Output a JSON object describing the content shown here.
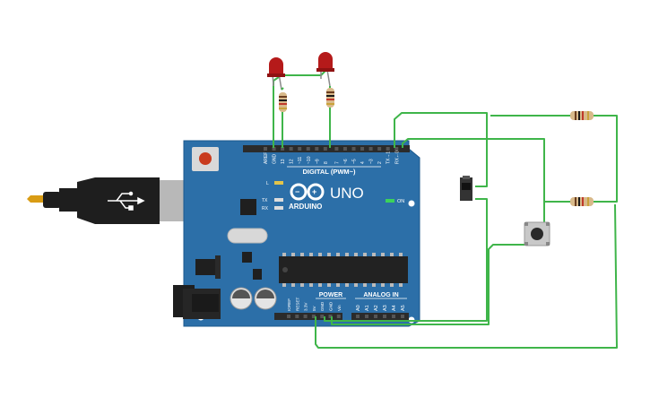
{
  "board": {
    "brand": "ARDUINO",
    "model": "UNO",
    "on_label": "ON",
    "led_l": "L",
    "led_tx": "TX",
    "led_rx": "RX",
    "digital_header": "DIGITAL (PWM~)",
    "power_header": "POWER",
    "analog_header": "ANALOG IN",
    "digital_pins": [
      "AREF",
      "GND",
      "13",
      "12",
      "~11",
      "~10",
      "~9",
      "8",
      "7",
      "~6",
      "~5",
      "4",
      "~3",
      "2",
      "TX→1",
      "RX←0"
    ],
    "power_pins": [
      "IOREF",
      "RESET",
      "3.3V",
      "5V",
      "GND",
      "GND",
      "Vin"
    ],
    "analog_pins": [
      "A0",
      "A1",
      "A2",
      "A3",
      "A4",
      "A5"
    ]
  },
  "colors": {
    "board": "#2c6fa8",
    "board_dark": "#1d5a8e",
    "wire": "#3fb54a",
    "led": "#b51a1a",
    "resistor": "#d8b98a",
    "header": "#2b2b2b",
    "usb_cable": "#1e1e1e",
    "usb_plug": "#b8b8b8",
    "switch": "#333333",
    "button": "#c8c8c8",
    "power_on": "#3cd25a"
  },
  "components": {
    "leds": 2,
    "resistors": 4,
    "slide_switch": 1,
    "push_button": 1
  }
}
